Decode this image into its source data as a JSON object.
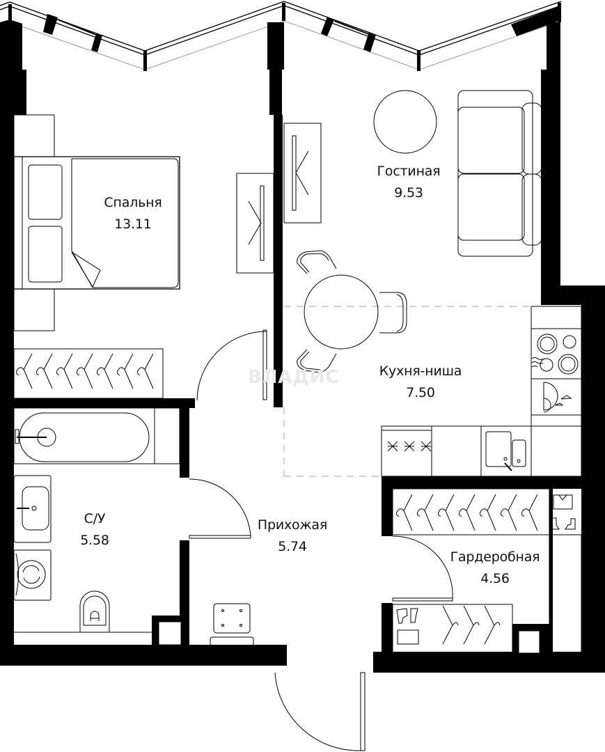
{
  "plan": {
    "type": "apartment-floor-plan",
    "background": "#ffffff",
    "wall_color": "#000000",
    "rooms": [
      {
        "id": "bedroom",
        "name": "Спальня",
        "area": "13.11"
      },
      {
        "id": "living",
        "name": "Гостиная",
        "area": "9.53"
      },
      {
        "id": "kitchen",
        "name": "Кухня-ниша",
        "area": "7.50"
      },
      {
        "id": "bathroom",
        "name": "С/У",
        "area": "5.58"
      },
      {
        "id": "hallway",
        "name": "Прихожая",
        "area": "5.74"
      },
      {
        "id": "wardrobe",
        "name": "Гардеробная",
        "area": "4.56"
      }
    ],
    "watermark": "ВЛАДИС",
    "furniture_icons": [
      "bed-icon",
      "wardrobe-hangers-icon",
      "bathtub-icon",
      "sink-icon",
      "washing-machine-icon",
      "toilet-icon",
      "sofa-icon",
      "round-coffee-table-icon",
      "dining-table-icon",
      "chair-icon",
      "cooktop-icon",
      "kitchen-sink-icon",
      "dishwasher-icon",
      "clothes-icon",
      "shoes-icon",
      "radiator-icon",
      "door-icon",
      "window-icon",
      "shoe-cabinet-icon"
    ]
  }
}
